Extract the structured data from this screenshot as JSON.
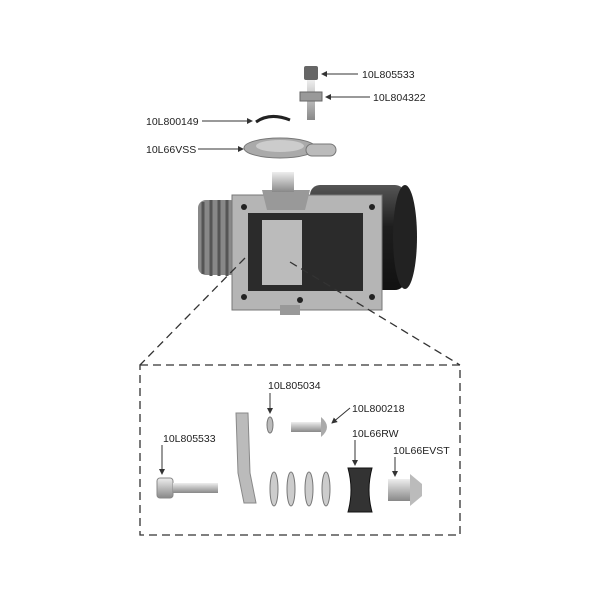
{
  "top_labels": {
    "cap_screw": "10L805533",
    "nut": "10L804322",
    "e_clip": "10L800149",
    "spring": "10L66VSS"
  },
  "detail_labels": {
    "washer_small": "10L805034",
    "button_screw": "10L800218",
    "cap_screw": "10L805533",
    "roller_wheel": "10L66RW",
    "end_stud": "10L66EVST"
  },
  "colors": {
    "body": "#b8b8b8",
    "dark": "#2a2a2a",
    "line": "#333333"
  }
}
